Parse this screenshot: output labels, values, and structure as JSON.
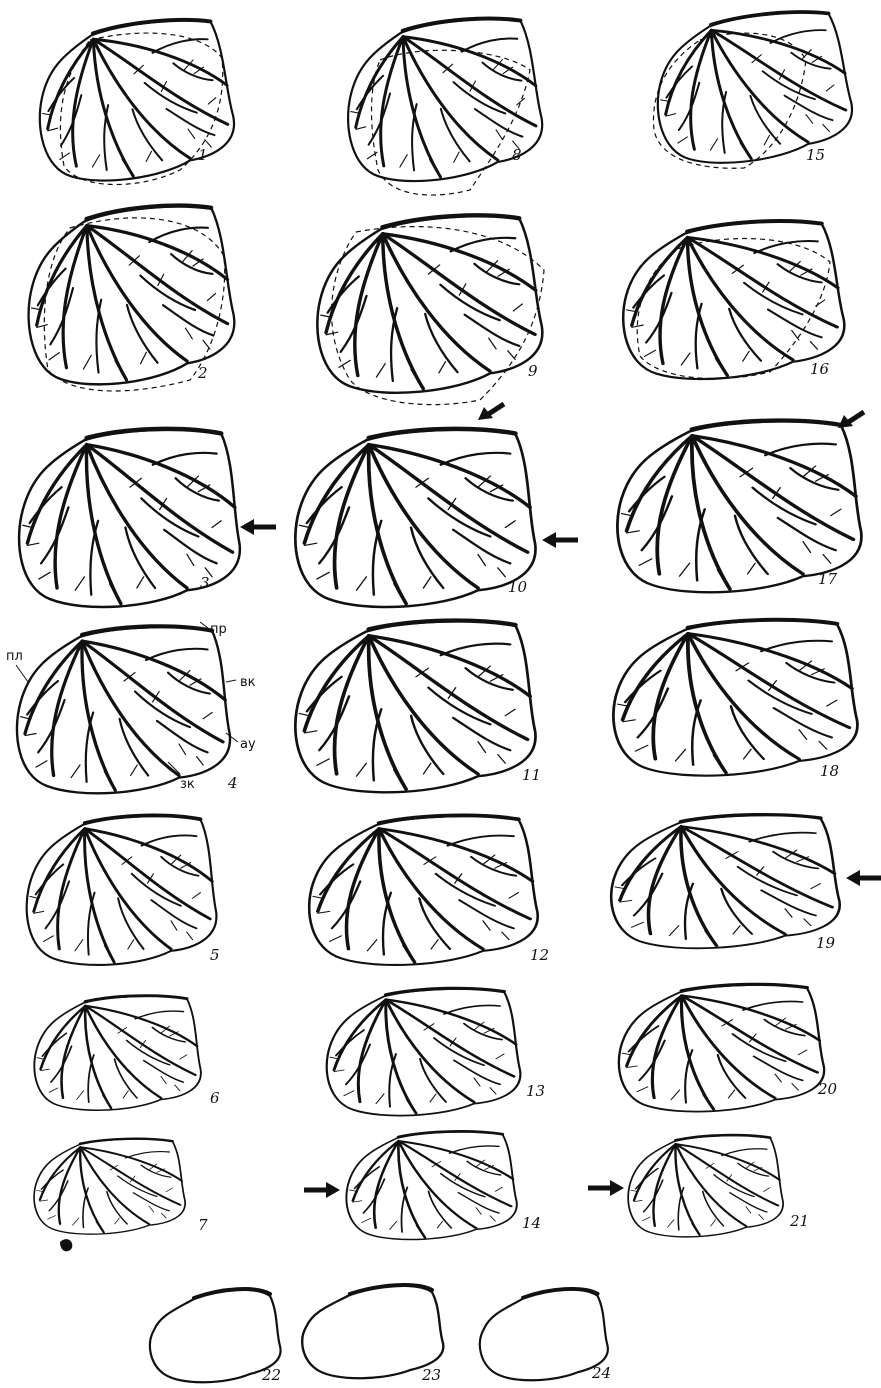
{
  "figure_numbers": [
    "1",
    "2",
    "3",
    "4",
    "5",
    "6",
    "7",
    "8",
    "9",
    "10",
    "11",
    "12",
    "13",
    "14",
    "15",
    "16",
    "17",
    "18",
    "19",
    "20",
    "21",
    "22",
    "23",
    "24"
  ],
  "part_labels": {
    "pr": "пр",
    "vk": "вк",
    "au": "ау",
    "zk": "зк",
    "pl": "пл"
  },
  "arrows": [
    {
      "figure": "3",
      "direction": "left"
    },
    {
      "figure": "10",
      "direction": "down-left"
    },
    {
      "figure": "10",
      "direction": "left"
    },
    {
      "figure": "17",
      "direction": "down-left"
    },
    {
      "figure": "19",
      "direction": "left"
    },
    {
      "figure": "14",
      "direction": "right"
    },
    {
      "figure": "21",
      "direction": "right"
    }
  ]
}
